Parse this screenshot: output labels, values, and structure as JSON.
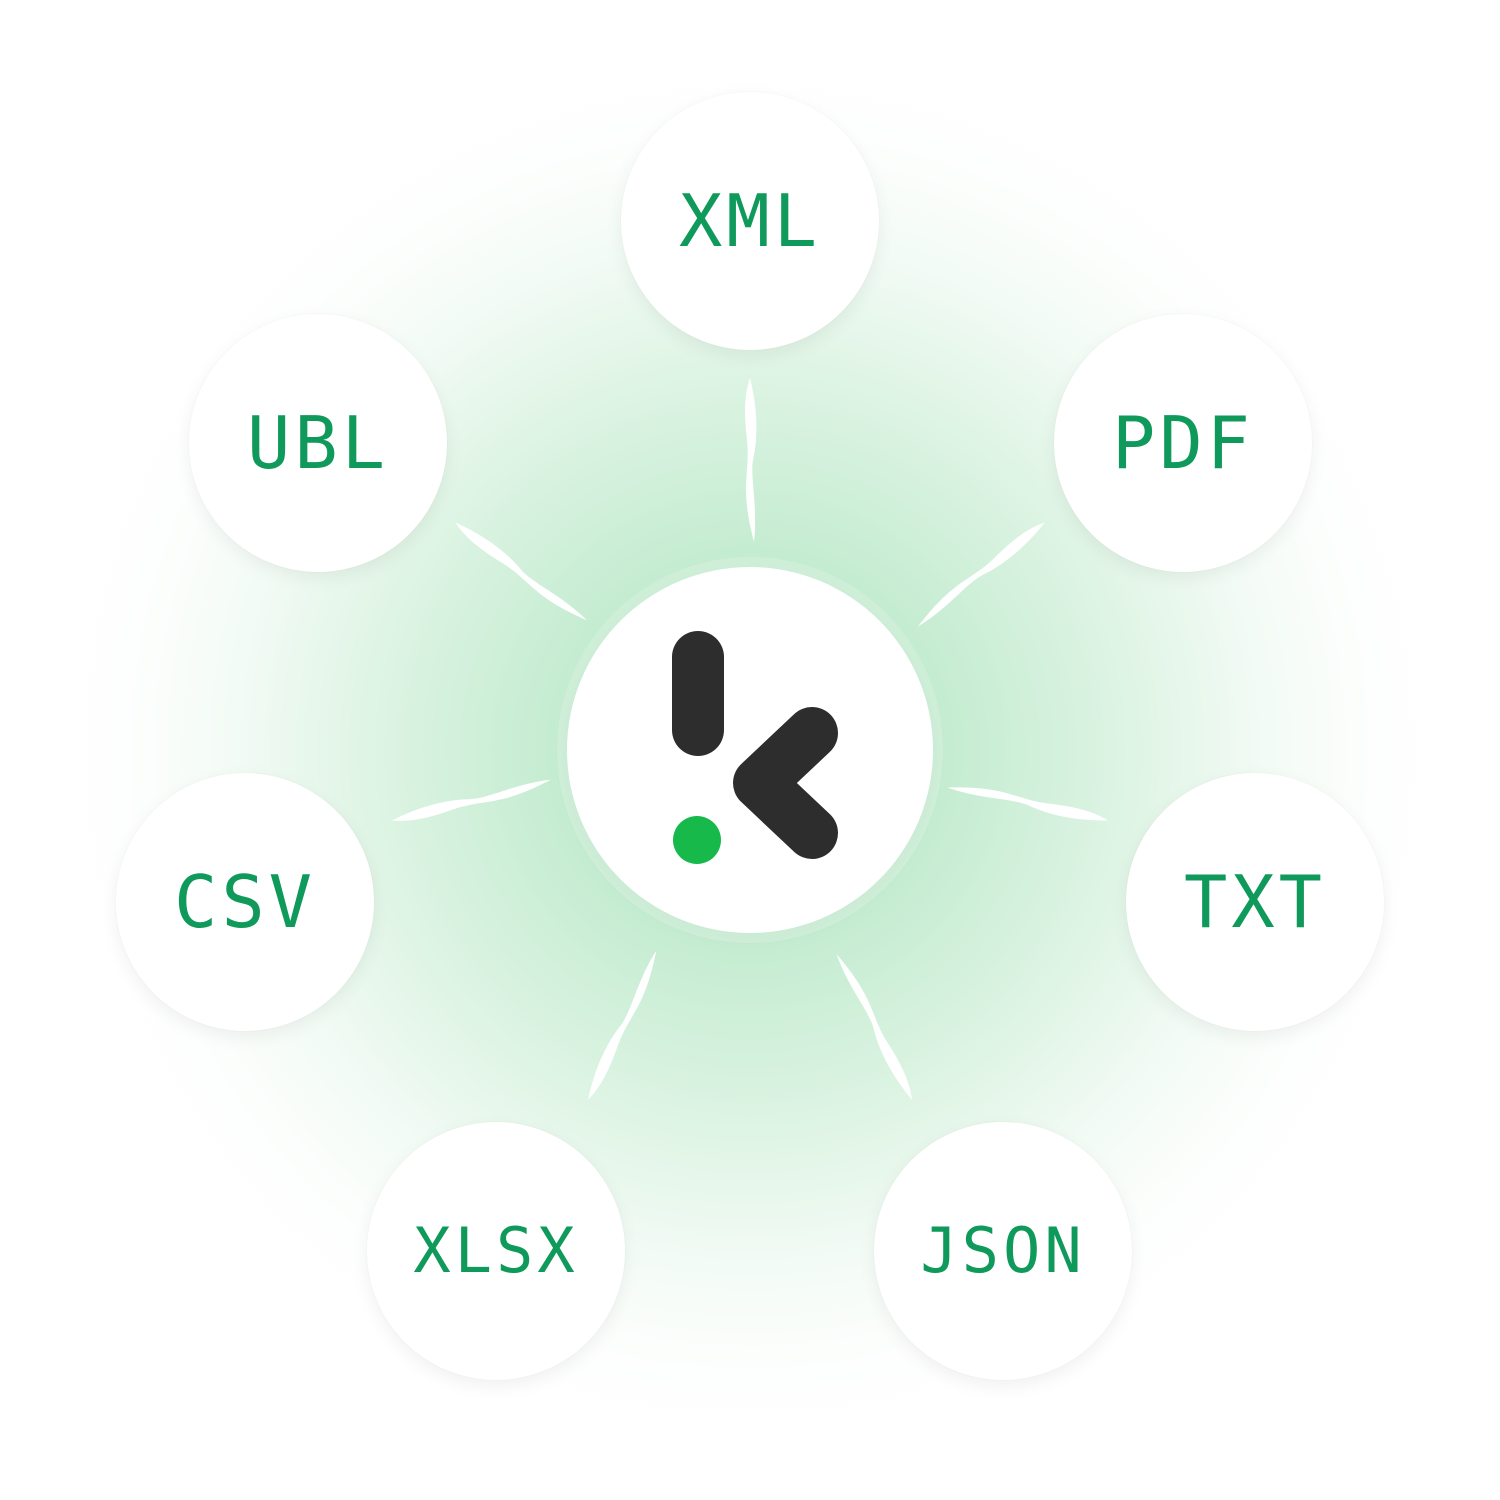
{
  "colors": {
    "accent": "#0f9a5c",
    "logo_dark": "#2d2d2d",
    "logo_dot": "#17b94a",
    "glow": "#b8ebc8"
  },
  "center": {
    "icon": "k-logo-icon"
  },
  "formats": [
    {
      "label": "XML"
    },
    {
      "label": "PDF"
    },
    {
      "label": "TXT"
    },
    {
      "label": "JSON"
    },
    {
      "label": "XLSX"
    },
    {
      "label": "CSV"
    },
    {
      "label": "UBL"
    }
  ]
}
